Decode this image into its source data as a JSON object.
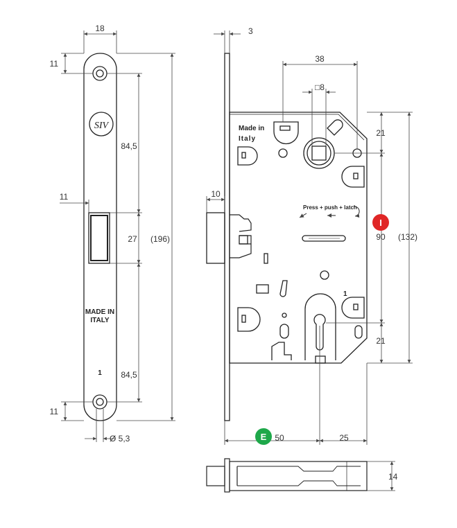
{
  "faceplate": {
    "width_dim": "18",
    "top_hole_offset": "11",
    "upper_span": "84,5",
    "latch_offset": "11",
    "latch_height": "27",
    "total_length": "(196)",
    "marking": [
      "MADE IN",
      "ITALY"
    ],
    "side_marker": "1",
    "lower_span": "84,5",
    "bottom_hole_offset": "11",
    "hole_diameter": "Ø 5,3",
    "logo_text": "SIV"
  },
  "body": {
    "plate_thickness": "3",
    "handle_spacing": "38",
    "spindle_square": "□8",
    "latch_projection": "10",
    "top_offset": "21",
    "center_distance": "90",
    "body_height": "(132)",
    "bottom_offset": "21",
    "backset": "50",
    "keyhole_to_edge": "25",
    "body_depth": "14",
    "marking": [
      "Made in",
      "Italy"
    ],
    "press_text": "Press + push + latch",
    "side_marker": "1"
  },
  "badges": [
    {
      "label": "I",
      "color": "#e02626"
    },
    {
      "label": "E",
      "color": "#1ea84a"
    }
  ],
  "colors": {
    "line": "#222222",
    "dim_line": "#444444"
  }
}
